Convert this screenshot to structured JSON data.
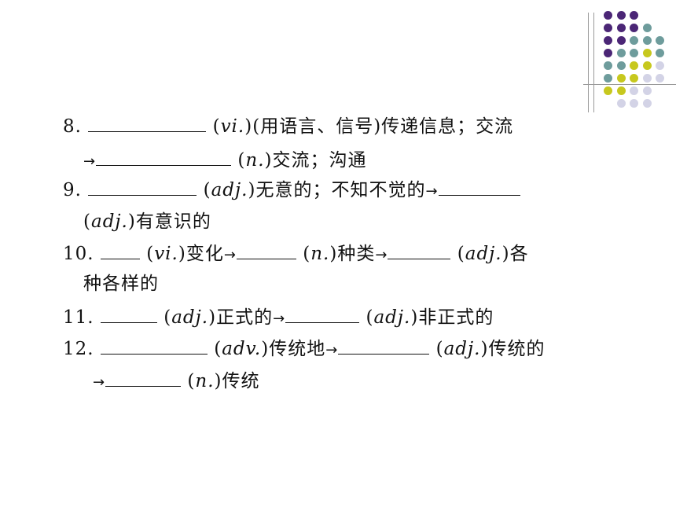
{
  "decoration": {
    "dot_colors": {
      "purple": "#4b2676",
      "teal": "#6e9c9c",
      "yellow": "#c7c81e",
      "lavender": "#d3d3e6"
    }
  },
  "exercise": {
    "q8": {
      "num": "8.",
      "open": "(",
      "pos": "vi.",
      "close": ")",
      "gloss": "(用语言、信号)传递信息；交流",
      "arrow": "→",
      "open2": "(",
      "pos2": "n.",
      "close2": ")",
      "gloss2": "交流；沟通"
    },
    "q9": {
      "num": "9.",
      "open": "(",
      "pos": "adj.",
      "close": ")",
      "gloss": "无意的；不知不觉的",
      "arrow": "→",
      "open2": "(",
      "pos2": "adj.",
      "close2": ")",
      "gloss2": "有意识的"
    },
    "q10": {
      "num": "10.",
      "open": "(",
      "pos": "vi.",
      "close": ")",
      "gloss": "变化",
      "arrow": "→",
      "open2": "(",
      "pos2": "n.",
      "close2": ")",
      "gloss2": "种类",
      "arrow2": "→",
      "open3": "(",
      "pos3": "adj.",
      "close3": ")",
      "gloss3": "各",
      "gloss3b": "种各样的"
    },
    "q11": {
      "num": "11.",
      "open": "(",
      "pos": "adj.",
      "close": ")",
      "gloss": "正式的",
      "arrow": "→",
      "open2": "(",
      "pos2": "adj.",
      "close2": ")",
      "gloss2": "非正式的"
    },
    "q12": {
      "num": "12.",
      "open": "(",
      "pos": "adv.",
      "close": ")",
      "gloss": "传统地",
      "arrow": "→",
      "open2": "(",
      "pos2": "adj.",
      "close2": ")",
      "gloss2": "传统的",
      "arrow2": "→",
      "open3": "(",
      "pos3": "n.",
      "close3": ")",
      "gloss3": "传统"
    }
  }
}
